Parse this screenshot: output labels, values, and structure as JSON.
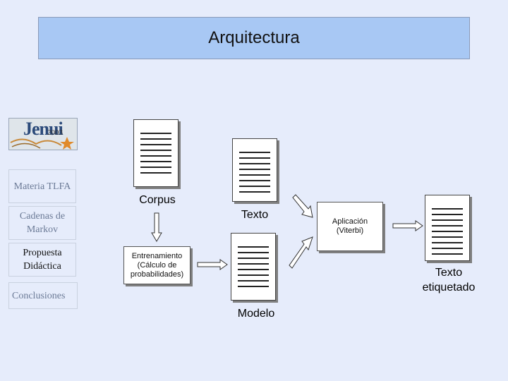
{
  "slide": {
    "title": "Arquitectura"
  },
  "logo": {
    "text": "Jenui",
    "year": "2003"
  },
  "sidebar": {
    "items": [
      {
        "label": "Materia TLFA",
        "state": "dim"
      },
      {
        "label": "Cadenas de Markov",
        "state": "dim"
      },
      {
        "label": "Propuesta Didáctica",
        "state": "active"
      },
      {
        "label": "Conclusiones",
        "state": "dim"
      }
    ]
  },
  "diagram": {
    "corpus_label": "Corpus",
    "texto_label": "Texto",
    "modelo_label": "Modelo",
    "texto_etiquetado_label": "Texto etiquetado",
    "entrenamiento_label": "Entrenamiento (Cálculo de probabilidades)",
    "aplicacion_label": "Aplicación (Viterbi)"
  },
  "colors": {
    "background": "#e6ecfb",
    "title_bar": "#a8c8f4"
  }
}
